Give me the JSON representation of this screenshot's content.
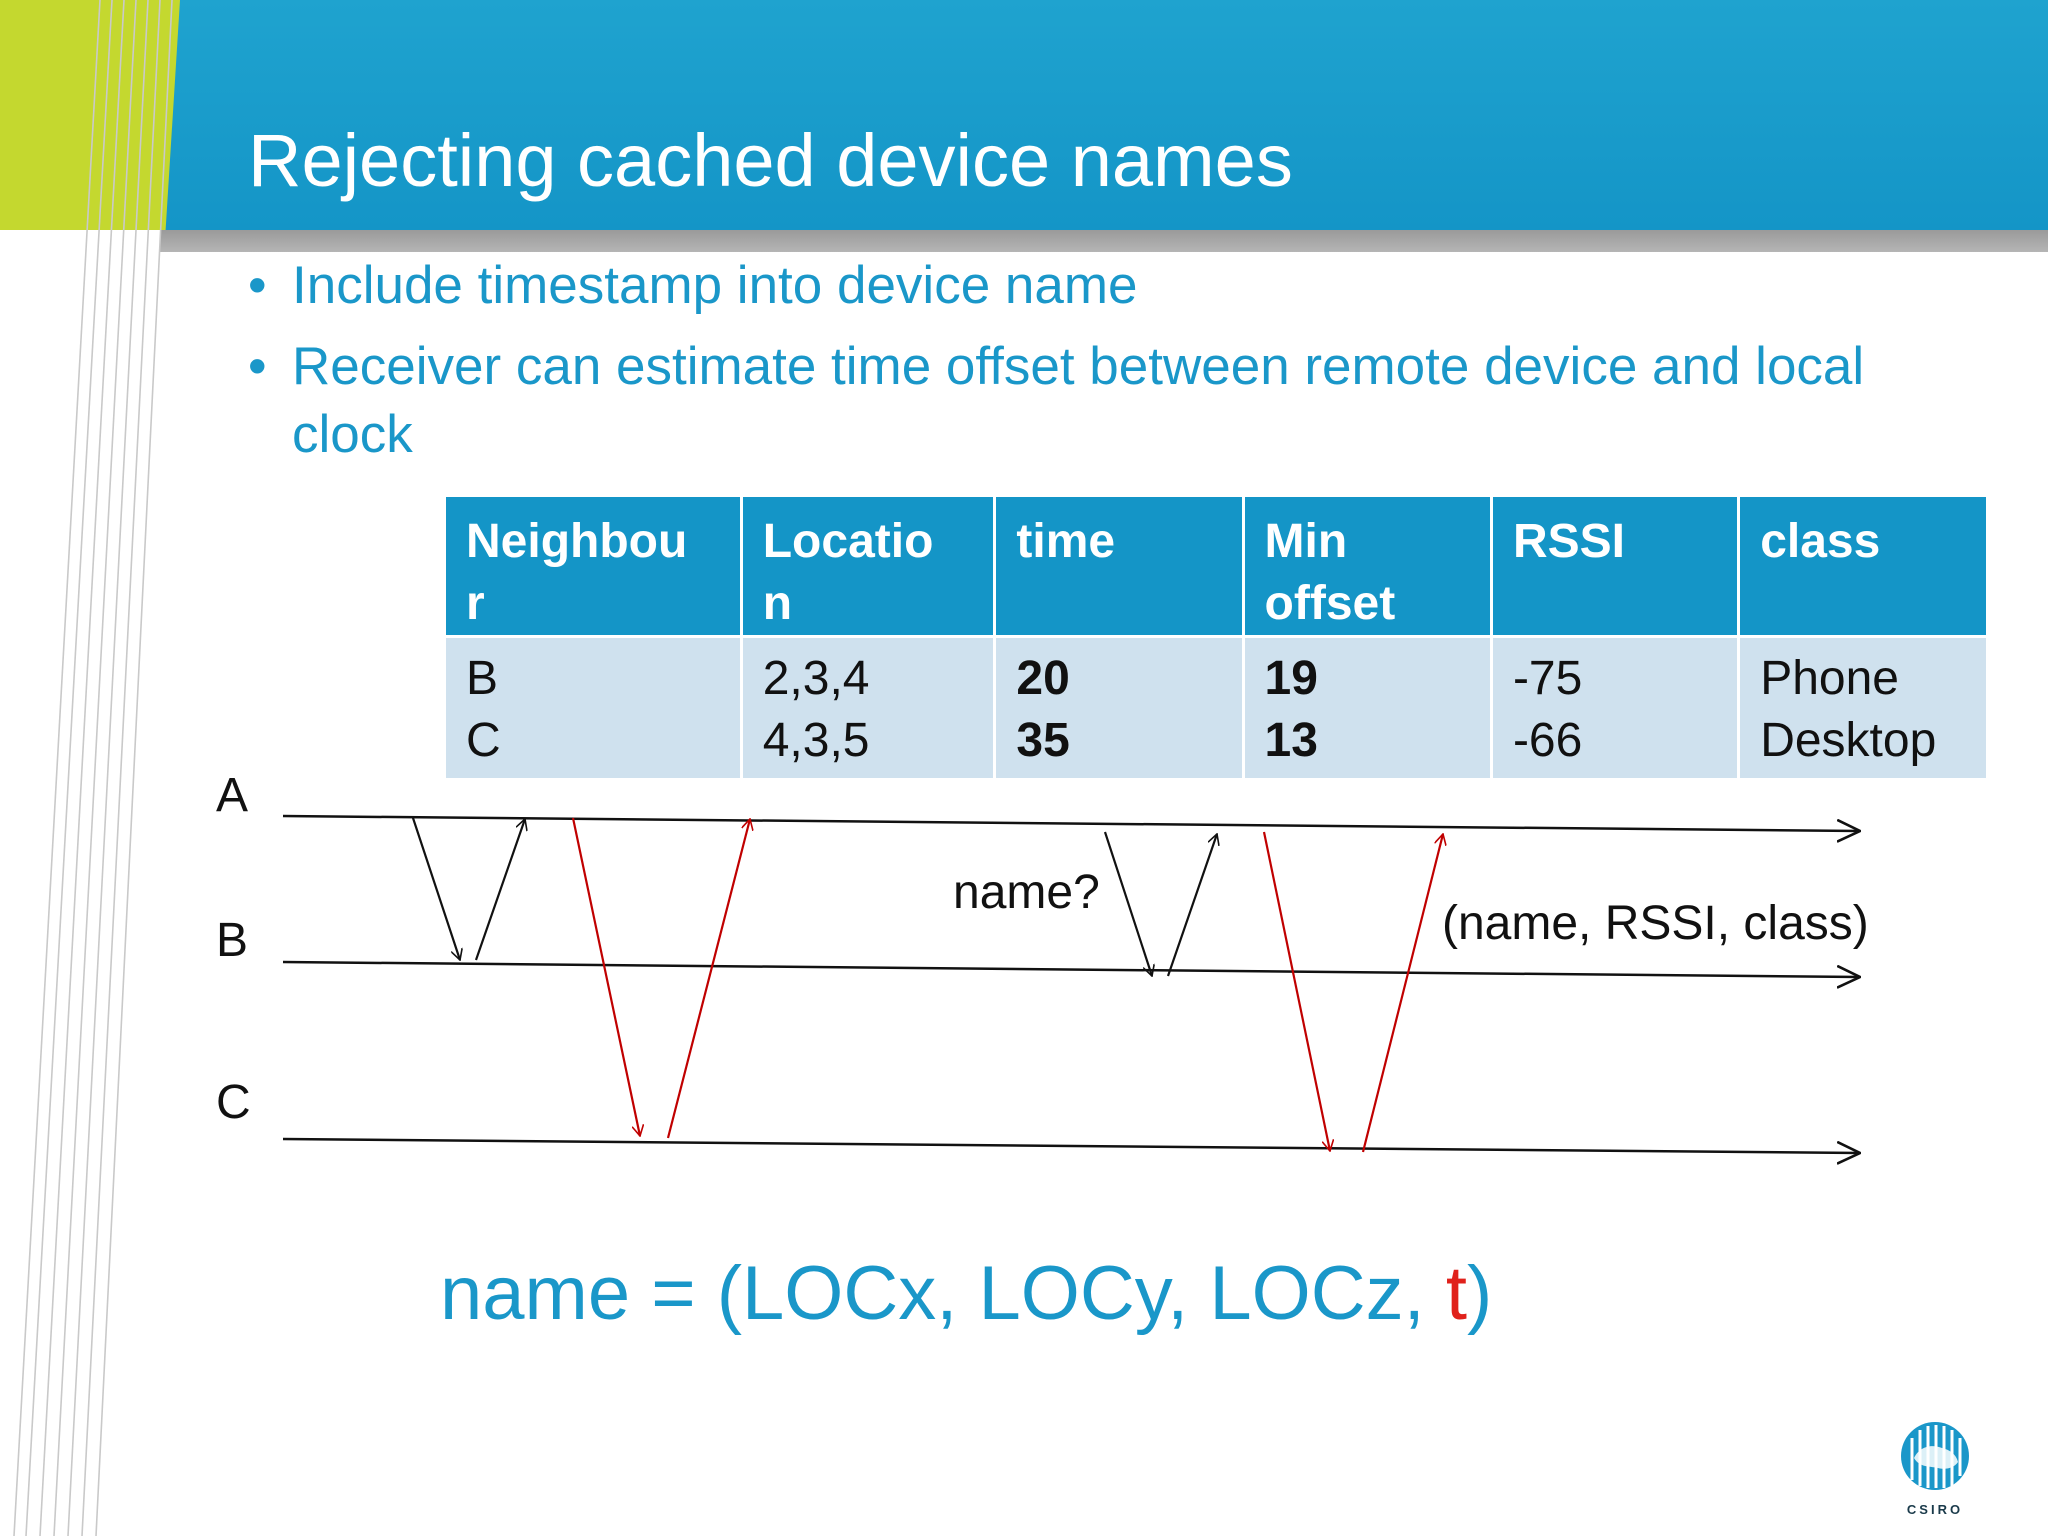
{
  "slide": {
    "title": "Rejecting cached device names",
    "bullets": [
      "Include timestamp into device name",
      "Receiver can estimate time offset between remote device and local clock"
    ],
    "bullet_symbol": "•",
    "accent_colors": {
      "header_blue": "#1495c7",
      "green": "#c4d82f",
      "text_blue": "#1a97c9",
      "red": "#e0211b"
    }
  },
  "table": {
    "headers": {
      "neighbour": [
        "Neighbou",
        "r"
      ],
      "location": [
        "Locatio",
        "n"
      ],
      "time": [
        "time"
      ],
      "min_offset": [
        "Min",
        "offset"
      ],
      "rssi": [
        "RSSI"
      ],
      "class": [
        "class"
      ]
    },
    "rows": {
      "neighbour": [
        "B",
        "C"
      ],
      "location": [
        "2,3,4",
        "4,3,5"
      ],
      "time": [
        "20",
        "35"
      ],
      "min_offset": [
        "19",
        "13"
      ],
      "rssi": [
        "-75",
        "-66"
      ],
      "class": [
        "Phone",
        "Desktop"
      ]
    }
  },
  "diagram": {
    "nodes": [
      "A",
      "B",
      "C"
    ],
    "labels": {
      "query": "name?",
      "reply": "(name, RSSI, class)"
    }
  },
  "formula": {
    "prefix": "name = (LOCx, LOCy, LOCz, ",
    "highlight": "t",
    "suffix": ")"
  },
  "logo": {
    "text": "CSIRO",
    "icon": "csiro-logo-icon"
  }
}
